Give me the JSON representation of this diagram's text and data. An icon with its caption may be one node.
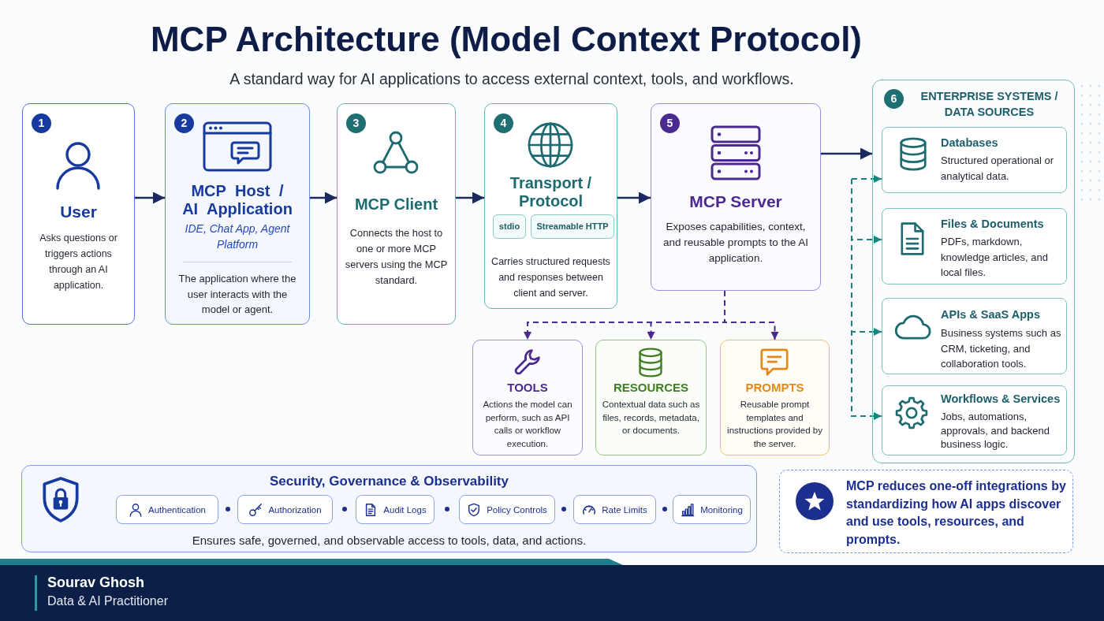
{
  "diagram": {
    "title": "MCP Architecture (Model Context Protocol)",
    "nodes": [
      {
        "text": [
          "1",
          "User",
          "Asks questions or triggers actions through an AI application."
        ]
      },
      {
        "text": [
          "2",
          "MCP Host / AI Application",
          "IDE, Chat App, Agent Platform",
          "The application where the user interacts with the model or agent."
        ]
      },
      {
        "text": [
          "3",
          "MCP Client",
          "Connects the host to one or more MCP servers using the MCP standard."
        ]
      },
      {
        "text": [
          "4",
          "Transport / Protocol",
          "Carries structured requests and responses between client and server."
        ]
      },
      {
        "text": [
          "stdio"
        ],
        "in": 3
      },
      {
        "text": [
          "Streamable HTTP"
        ],
        "in": 3
      },
      {
        "text": [
          "5",
          "MCP Server",
          "Exposes capabilities, context, and reusable prompts to the AI application."
        ]
      },
      {
        "text": [
          "6",
          "ENTERPRISE SYSTEMS / DATA SOURCES"
        ]
      },
      {
        "text": [
          "Databases",
          "Structured operational or analytical data."
        ],
        "in": 7
      },
      {
        "text": [
          "Files & Documents",
          "PDFs, markdown, knowledge articles, and local files."
        ],
        "in": 7
      },
      {
        "text": [
          "APIs & SaaS Apps",
          "Business systems such as CRM, ticketing, and collaboration tools."
        ],
        "in": 7
      },
      {
        "text": [
          "Workflows & Services",
          "Jobs, automations, approvals, and backend business logic."
        ],
        "in": 7
      },
      {
        "text": [
          "TOOLS",
          "Actions the model can perform, such as API calls or workflow execution."
        ]
      },
      {
        "text": [
          "RESOURCES",
          "Contextual data such as files, records, metadata, or documents."
        ]
      },
      {
        "text": [
          "PROMPTS",
          "Reusable prompt templates and instructions provided by the server."
        ]
      },
      {
        "text": [
          "Security, Governance & Observability",
          "Ensures safe, governed, and observable access to tools, data, and actions."
        ]
      },
      {
        "text": [
          "Authentication"
        ],
        "in": 15
      },
      {
        "text": [
          "Authorization"
        ],
        "in": 15
      },
      {
        "text": [
          "Audit Logs"
        ],
        "in": 15
      },
      {
        "text": [
          "Policy Controls"
        ],
        "in": 15
      },
      {
        "text": [
          "Rate Limits"
        ],
        "in": 15
      },
      {
        "text": [
          "Monitoring"
        ],
        "in": 15
      },
      {
        "text": [
          "MCP reduces one-off integrations by standardizing how AI apps discover and use tools, resources, and prompts."
        ]
      },
      {
        "text": [
          "Sourav Ghosh",
          "Data & AI Practitioner"
        ]
      }
    ],
    "edges": [
      {
        "from": 0,
        "to": 1,
        "arrow": "to"
      },
      {
        "from": 1,
        "to": 2,
        "arrow": "to"
      },
      {
        "from": 2,
        "to": 3,
        "arrow": "to"
      },
      {
        "from": 3,
        "to": 6,
        "arrow": "to"
      },
      {
        "from": 6,
        "to": 7,
        "arrow": "to"
      },
      {
        "from": 6,
        "to": 12,
        "arrow": "to",
        "style": "dashed",
        "color": "#4b2a8f"
      },
      {
        "from": 6,
        "to": 13,
        "arrow": "to",
        "style": "dashed",
        "color": "#4b2a8f"
      },
      {
        "from": 6,
        "to": 14,
        "arrow": "to",
        "style": "dashed",
        "color": "#4b2a8f"
      },
      {
        "from": null,
        "to": 8,
        "arrow": "to",
        "style": "dashed",
        "color": "#1f7f85"
      },
      {
        "from": null,
        "to": 9,
        "arrow": "to",
        "style": "dashed",
        "color": "#1f7f85"
      },
      {
        "from": null,
        "to": 10,
        "arrow": "to",
        "style": "dashed",
        "color": "#1f7f85"
      },
      {
        "from": null,
        "to": 11,
        "arrow": "to",
        "style": "dashed",
        "color": "#1f7f85"
      }
    ],
    "labels": [
      "A standard way for AI applications to access external context, tools, and workflows."
    ]
  }
}
